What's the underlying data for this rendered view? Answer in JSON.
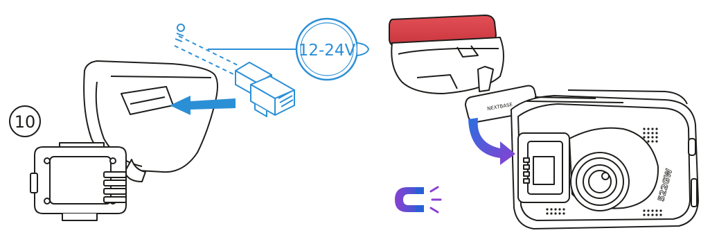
{
  "step": {
    "number": "10"
  },
  "power": {
    "voltage_label": "12-24V"
  },
  "camera": {
    "brand_label": "NEXTBASE",
    "model_label": "522GW"
  },
  "colors": {
    "line": "#1d1d1b",
    "accent_blue": "#2b8fd6",
    "adhesive_red": "#d9434b",
    "magnet_left": "#8a3fd1",
    "magnet_right": "#2a5fd6",
    "arrow_gradient_start": "#2b6fe0",
    "arrow_gradient_end": "#8a3fd1"
  },
  "icons": {
    "power_connector": "usb-plug-icon",
    "magnet": "magnet-icon",
    "attach_arrow": "curved-arrow-icon"
  }
}
